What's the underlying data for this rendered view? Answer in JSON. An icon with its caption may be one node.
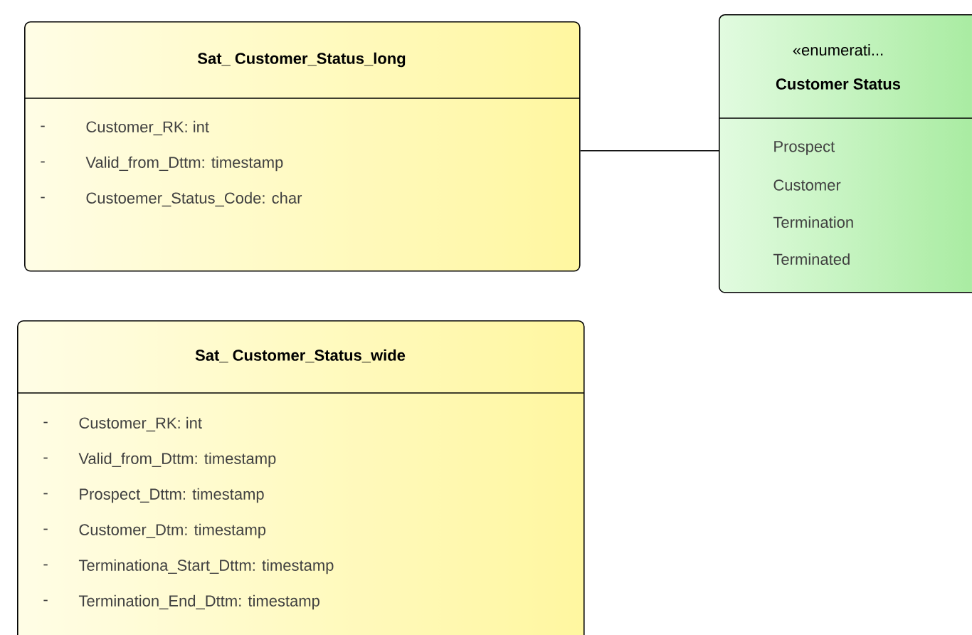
{
  "diagram": {
    "nodes": [
      {
        "text": [
          "Sat_ Customer_Status_long",
          "-",
          "Customer_RK: int",
          "-",
          "Valid_from_Dttm: timestamp",
          "-",
          "Custoemer_Status_Code: char"
        ]
      },
      {
        "text": [
          "«enumerati...",
          "Customer Status",
          "Prospect",
          "Customer",
          "Termination",
          "Terminated"
        ]
      },
      {
        "text": [
          "Sat_ Customer_Status_wide",
          "-",
          "Customer_RK: int",
          "-",
          "Valid_from_Dttm: timestamp",
          "-",
          "Prospect_Dttm: timestamp",
          "-",
          "Customer_Dtm: timestamp",
          "-",
          "Terminationa_Start_Dttm: timestamp",
          "-",
          "Termination_End_Dttm: timestamp"
        ]
      }
    ],
    "edges": [
      {
        "from": 0,
        "to": 1,
        "arrow": "none"
      }
    ]
  }
}
